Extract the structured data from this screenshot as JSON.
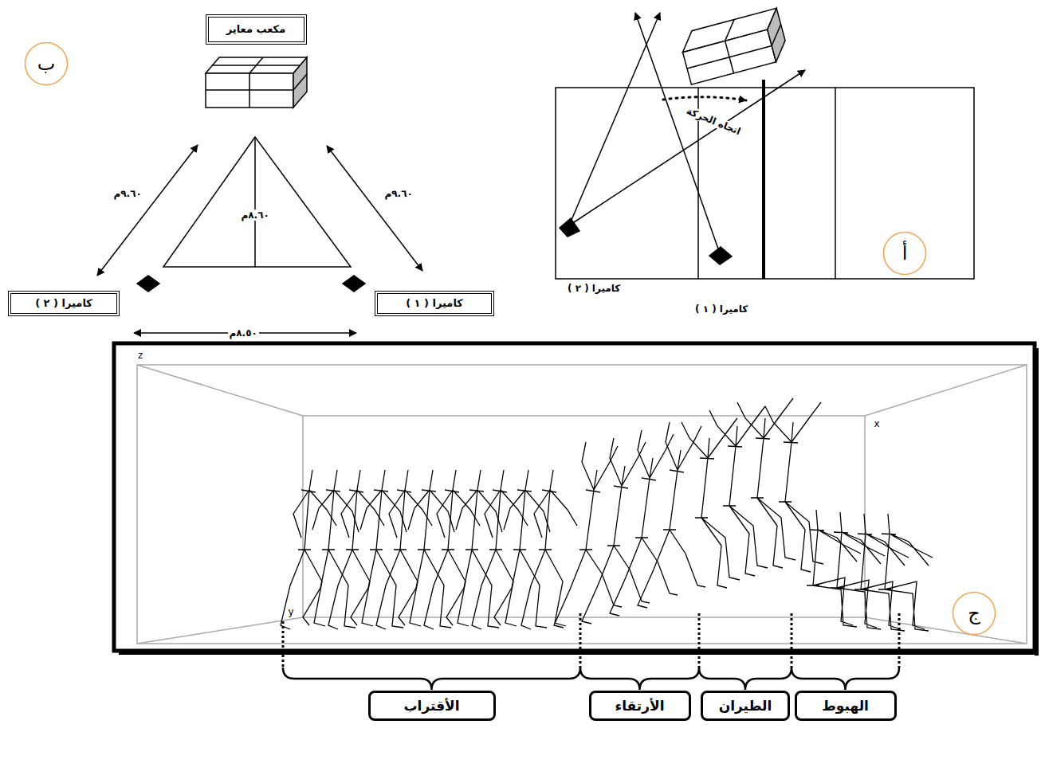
{
  "diagram": {
    "nodes": [
      {
        "text": [
          "مكعب معاير"
        ]
      },
      {
        "text": [
          "ب"
        ]
      },
      {
        "text": [
          "كاميرا ( ٢ )"
        ]
      },
      {
        "text": [
          "كاميرا ( ١ )"
        ]
      },
      {
        "text": [
          "أ"
        ]
      },
      {
        "text": [
          "ج"
        ]
      },
      {
        "text": [
          "الأقتراب"
        ]
      },
      {
        "text": [
          "الأرتقاء"
        ]
      },
      {
        "text": [
          "الطيران"
        ]
      },
      {
        "text": [
          "الهبوط"
        ]
      }
    ],
    "labels": [
      "٩.٦٠م",
      "٩.٦٠م",
      "٨.٦٠م",
      "٨.٥٠م",
      "كاميرا ( ٢ )",
      "كاميرا ( ١ )",
      "اتجاه الحركة",
      "z",
      "x",
      "y"
    ]
  }
}
